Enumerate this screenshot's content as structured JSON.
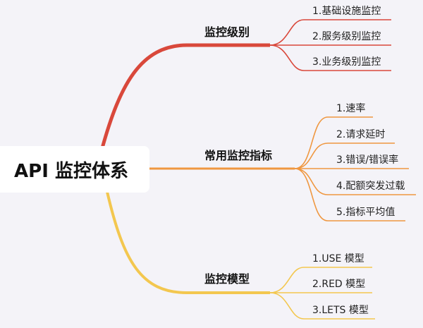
{
  "root": {
    "label": "API 监控体系"
  },
  "colors": {
    "branch1": "#d9483b",
    "branch2": "#ef9740",
    "branch3": "#f3c74f",
    "background": "#f4f3f8"
  },
  "branches": [
    {
      "label": "监控级别",
      "children": [
        "1.基础设施监控",
        "2.服务级别监控",
        "3.业务级别监控"
      ]
    },
    {
      "label": "常用监控指标",
      "children": [
        "1.速率",
        "2.请求延时",
        "3.错误/错误率",
        "4.配额突发过载",
        "5.指标平均值"
      ]
    },
    {
      "label": "监控模型",
      "children": [
        "1.USE 模型",
        "2.RED 模型",
        "3.LETS 模型"
      ]
    }
  ]
}
